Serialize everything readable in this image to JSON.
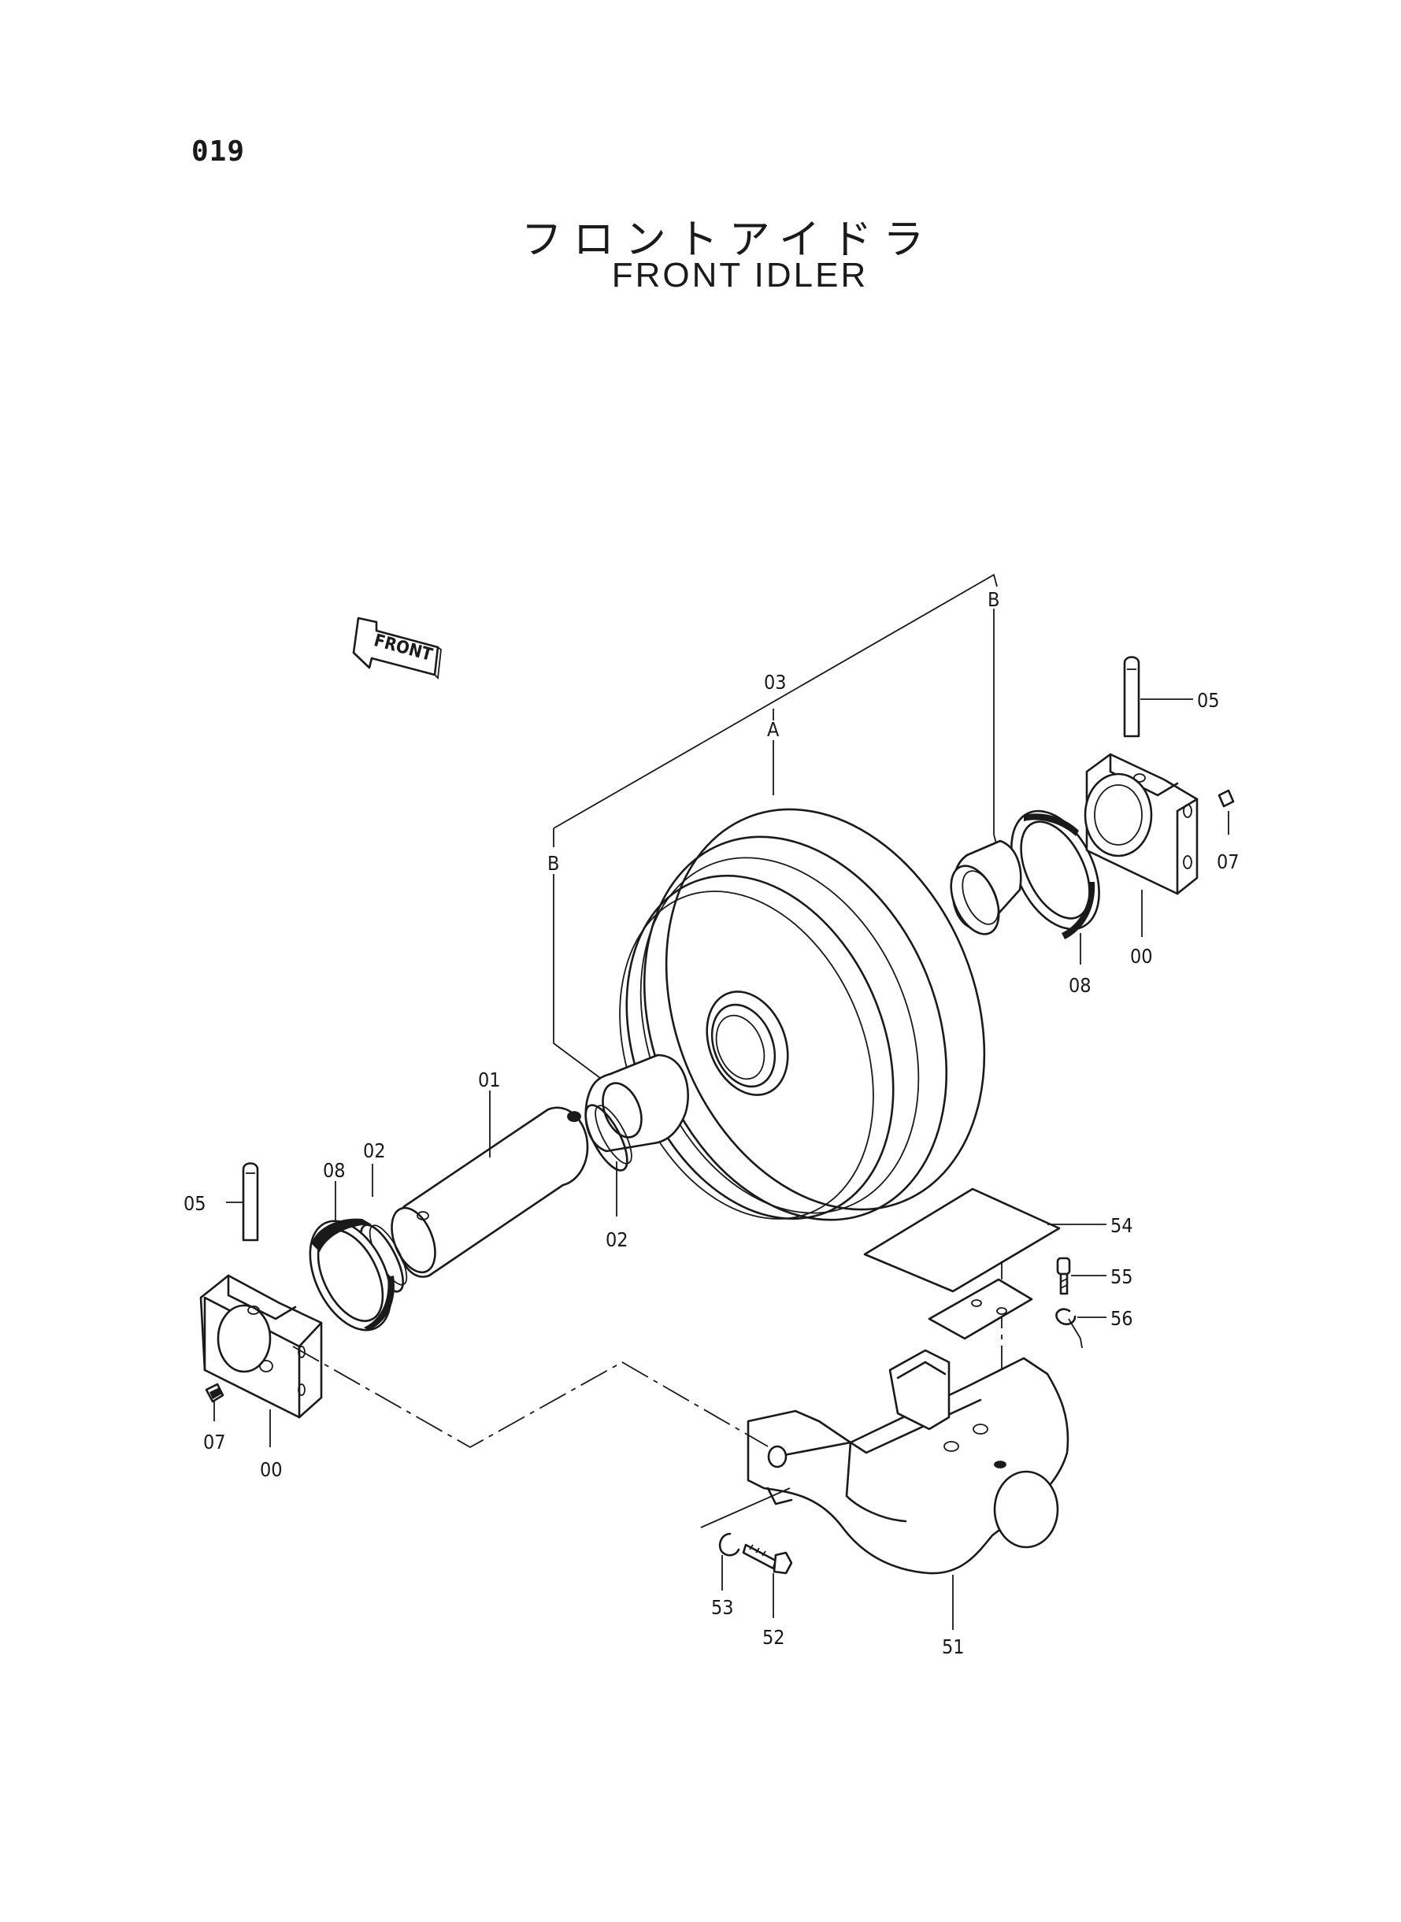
{
  "page_number": "019",
  "title_jp": "フロントアイドラ",
  "title_en": "FRONT IDLER",
  "direction_arrow": "FRONT",
  "callouts": {
    "c03": "03",
    "cA": "A",
    "cB_top": "B",
    "cB_left": "B",
    "c05_right": "05",
    "c07_right": "07",
    "c00_right": "00",
    "c08_right": "08",
    "c01": "01",
    "c02_top": "02",
    "c02_bottom": "02",
    "c08_left": "08",
    "c05_left": "05",
    "c07_left": "07",
    "c00_left": "00",
    "c54": "54",
    "c55": "55",
    "c56": "56",
    "c53": "53",
    "c52": "52",
    "c51": "51"
  }
}
